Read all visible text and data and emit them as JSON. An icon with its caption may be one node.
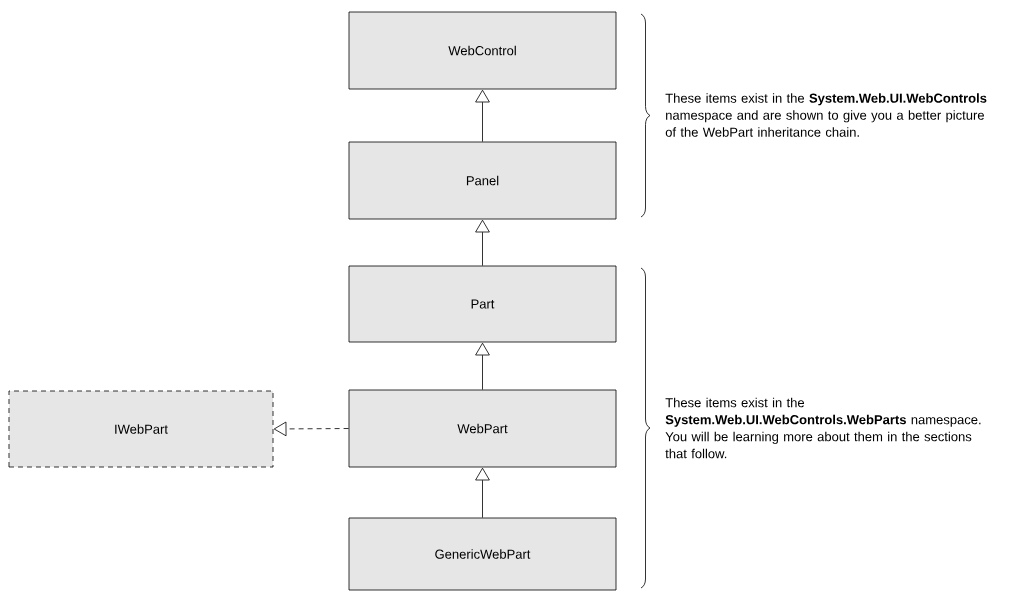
{
  "diagram": {
    "nodes": [
      {
        "text": [
          "WebControl"
        ]
      },
      {
        "text": [
          "Panel"
        ]
      },
      {
        "text": [
          "Part"
        ]
      },
      {
        "text": [
          "IWebPart"
        ]
      },
      {
        "text": [
          "WebPart"
        ]
      },
      {
        "text": [
          "GenericWebPart"
        ]
      }
    ],
    "edges": [
      {
        "from": 1,
        "to": 0,
        "arrow": "to"
      },
      {
        "from": 2,
        "to": 1,
        "arrow": "to"
      },
      {
        "from": 4,
        "to": 2,
        "arrow": "to"
      },
      {
        "from": 4,
        "to": 3,
        "arrow": "to",
        "style": "dashed"
      },
      {
        "from": 5,
        "to": 4,
        "arrow": "to"
      }
    ],
    "labels": [
      "These items exist in the **System.Web.UI.WebControls** namespace and are shown to give you a better picture of the WebPart inheritance chain.",
      "These items exist in the **System.Web.UI.WebControls.WebParts** namespace.  You will be learning more about them in the sections that follow."
    ]
  }
}
